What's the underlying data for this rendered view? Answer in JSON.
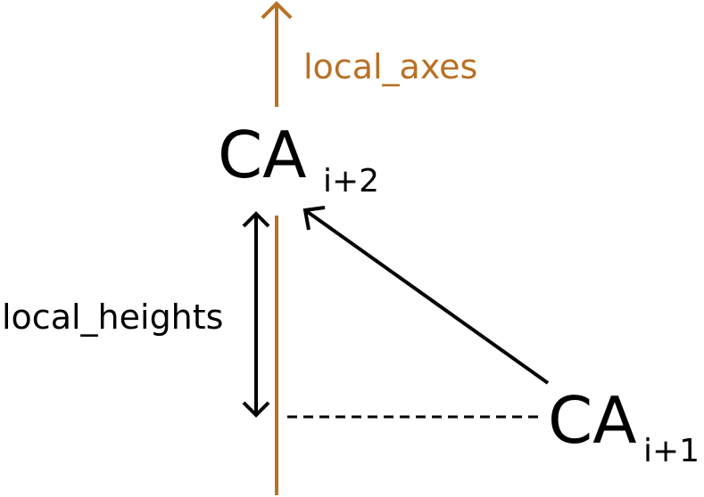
{
  "labels": {
    "local_axes": "local_axes",
    "local_heights": "local_heights"
  },
  "atoms": {
    "top": {
      "symbol": "CA",
      "subscript": "i+2"
    },
    "bottom": {
      "symbol": "CA",
      "subscript": "i+1"
    }
  },
  "colors": {
    "axis": "#b87125",
    "arrow": "#000000"
  }
}
